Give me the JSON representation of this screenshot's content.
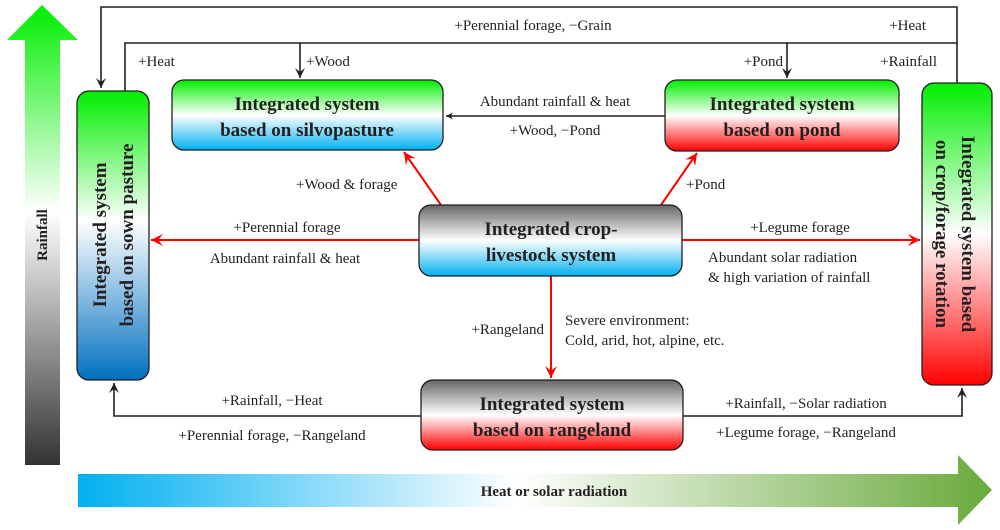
{
  "axes": {
    "vertical": {
      "label": "Rainfall",
      "direction": "up",
      "gradient": [
        "#00ee00",
        "#ffffff",
        "#333333"
      ]
    },
    "horizontal": {
      "label": "Heat or solar radiation",
      "direction": "right",
      "gradient": [
        "#00b0f0",
        "#ffffff",
        "#6aaa3c"
      ]
    }
  },
  "nodes": {
    "center": {
      "lines": [
        "Integrated crop-",
        "livestock system"
      ],
      "colors": [
        "#666666",
        "#ffffff",
        "#00b0f0"
      ]
    },
    "silvopasture": {
      "lines": [
        "Integrated system",
        "based on silvopasture"
      ],
      "colors": [
        "#00ee00",
        "#ffffff",
        "#00b0f0"
      ]
    },
    "pond": {
      "lines": [
        "Integrated system",
        "based on pond"
      ],
      "colors": [
        "#00ee00",
        "#ffffff",
        "#ff0000"
      ]
    },
    "sown_pasture": {
      "lines": [
        "Integrated system",
        "based on sown pasture"
      ],
      "colors": [
        "#00ee00",
        "#ffffff",
        "#0070c0"
      ]
    },
    "crop_forage": {
      "lines": [
        "Integrated system based",
        "on crop/forage rotation"
      ],
      "colors": [
        "#00ee00",
        "#ffffff",
        "#ff0000"
      ]
    },
    "rangeland": {
      "lines": [
        "Integrated system",
        "based on rangeland"
      ],
      "colors": [
        "#666666",
        "#ffffff",
        "#ff0000"
      ]
    }
  },
  "edges": {
    "center_to_silvopasture": {
      "label": "+Wood & forage"
    },
    "center_to_pond": {
      "label": "+Pond"
    },
    "center_to_sown_pasture": {
      "label_above": "+Perennial forage",
      "label_below": "Abundant rainfall & heat"
    },
    "center_to_crop_forage": {
      "label_above": "+Legume forage",
      "label_below": [
        "Abundant solar radiation",
        "& high variation of rainfall"
      ]
    },
    "center_to_rangeland": {
      "label_left": "+Rangeland",
      "label_right": [
        "Severe environment:",
        "Cold, arid, hot, alpine, etc."
      ]
    },
    "pond_to_silvopasture": {
      "label_above": "Abundant rainfall & heat",
      "label_below": "+Wood, −Pond"
    },
    "rangeland_to_sown_pasture": {
      "label_above": "+Rainfall, −Heat",
      "label_below": "+Perennial forage, −Rangeland"
    },
    "rangeland_to_crop_forage": {
      "label_above": "+Rainfall, −Solar radiation",
      "label_below": "+Legume forage, −Rangeland"
    },
    "crop_forage_to_sown_pasture": {
      "label_mid": "+Perennial forage, −Grain",
      "label_right": "+Heat"
    },
    "sown_pasture_to_silvopasture": {
      "label_left": "+Heat",
      "label_arrow": "+Wood"
    },
    "crop_forage_to_pond": {
      "label_arrow": "+Pond",
      "label_right": "+Rainfall"
    }
  },
  "colors": {
    "arrow_black": "#231f20",
    "arrow_red": "#ff0000"
  }
}
